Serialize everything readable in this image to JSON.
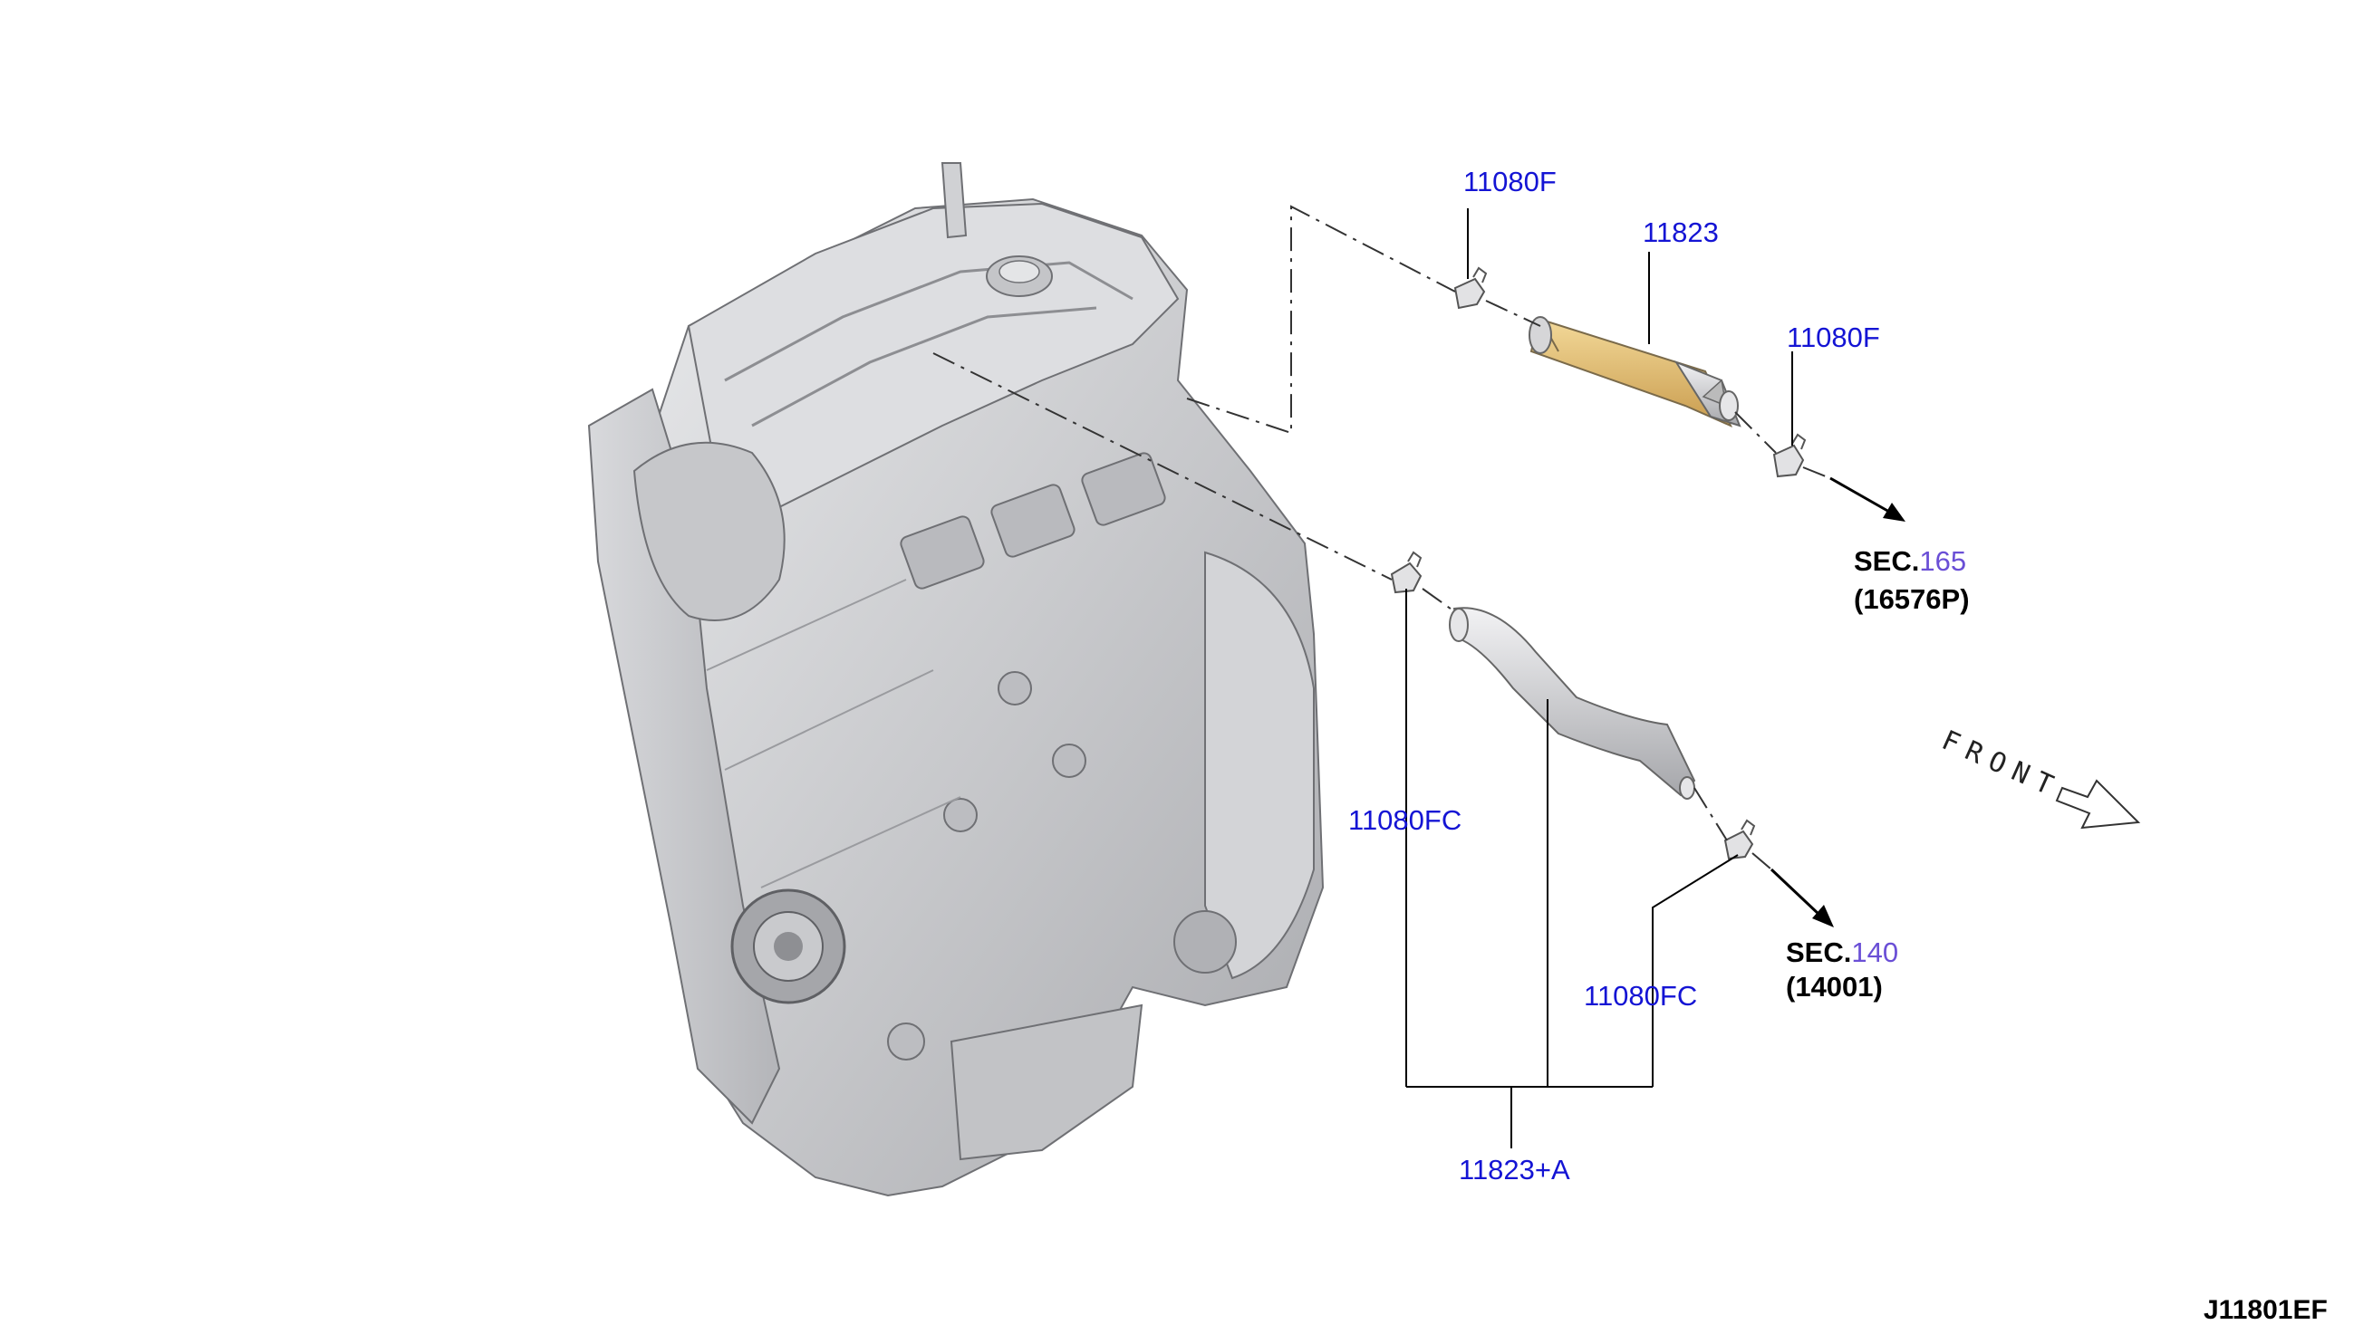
{
  "diagram": {
    "labels": {
      "clip_upper_left": "11080F",
      "hose_upper": "11823",
      "clip_upper_right": "11080F",
      "clip_lower_left": "11080FC",
      "clip_lower_right": "11080FC",
      "hose_assembly": "11823+A"
    },
    "sec_165": {
      "prefix": "SEC.",
      "number": "165",
      "ref": "(16576P)"
    },
    "sec_140": {
      "prefix": "SEC.",
      "number": "140",
      "ref": "(14001)"
    },
    "front_text": "FRONT",
    "drawing_code": "J11801EF"
  },
  "colors": {
    "part_label": "#1414d4",
    "sec_number": "#6a4fd6",
    "hose_upper": "#e8c27a",
    "hose_lower": "#d9dadd",
    "engine_body": "#cfd0d3"
  }
}
